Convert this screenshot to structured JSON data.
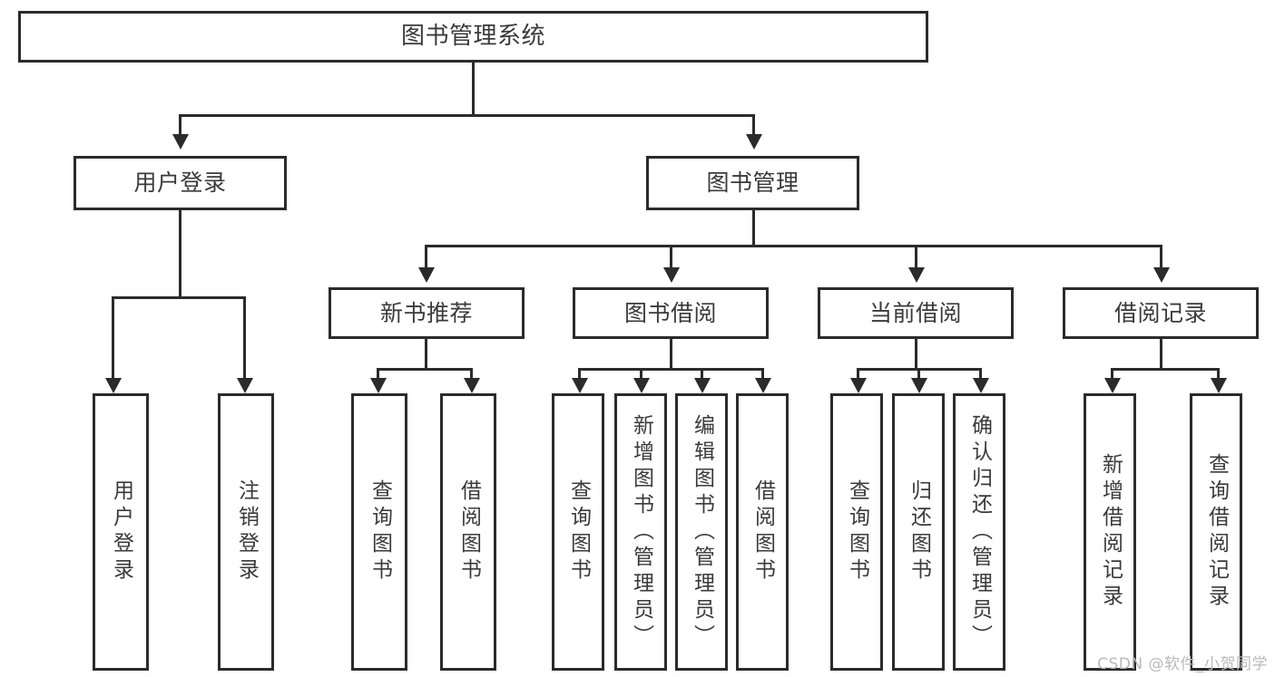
{
  "diagram": {
    "title": "图书管理系统",
    "type": "功能结构图",
    "watermark": "CSDN @软件_小贺同学",
    "colors": {
      "stroke": "#2b2b2b",
      "fill": "#ffffff",
      "text": "#3a3a3a",
      "watermark": "#b9b9b9"
    }
  },
  "root": {
    "label": "图书管理系统"
  },
  "level2": [
    {
      "label": "用户登录"
    },
    {
      "label": "图书管理"
    }
  ],
  "level3": [
    {
      "label": "新书推荐"
    },
    {
      "label": "图书借阅"
    },
    {
      "label": "当前借阅"
    },
    {
      "label": "借阅记录"
    }
  ],
  "leaves": {
    "user_login": [
      {
        "label": "用户登录"
      },
      {
        "label": "注销登录"
      }
    ],
    "new_book_recommend": [
      {
        "label": "查询图书"
      },
      {
        "label": "借阅图书"
      }
    ],
    "book_borrow": [
      {
        "label": "查询图书"
      },
      {
        "label": "新增图书（管理员）"
      },
      {
        "label": "编辑图书（管理员）"
      },
      {
        "label": "借阅图书"
      }
    ],
    "current_borrow": [
      {
        "label": "查询图书"
      },
      {
        "label": "归还图书"
      },
      {
        "label": "确认归还（管理员）"
      }
    ],
    "borrow_record": [
      {
        "label": "新增借阅记录"
      },
      {
        "label": "查询借阅记录"
      }
    ]
  }
}
